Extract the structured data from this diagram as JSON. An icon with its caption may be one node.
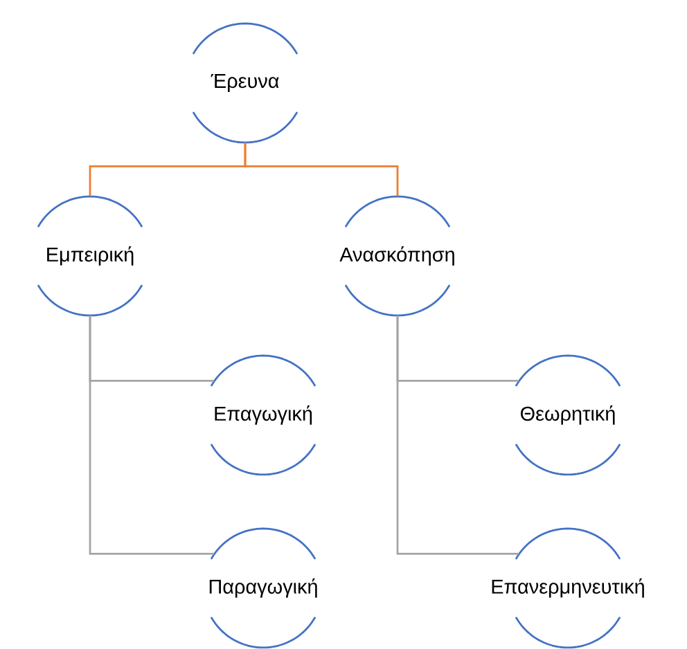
{
  "diagram": {
    "nodes": [
      {
        "text": [
          "Έρευνα"
        ]
      },
      {
        "text": [
          "Εμπειρική"
        ]
      },
      {
        "text": [
          "Ανασκόπηση"
        ]
      },
      {
        "text": [
          "Επαγωγική"
        ]
      },
      {
        "text": [
          "Θεωρητική"
        ]
      },
      {
        "text": [
          "Παραγωγική"
        ]
      },
      {
        "text": [
          "Επανερμηνευτική"
        ]
      }
    ],
    "edges": [
      {
        "from": 0,
        "to": 1,
        "arrow": "none",
        "color": "#ed7d31"
      },
      {
        "from": 0,
        "to": 2,
        "arrow": "none",
        "color": "#ed7d31"
      },
      {
        "from": 1,
        "to": 3,
        "arrow": "none"
      },
      {
        "from": 1,
        "to": 5,
        "arrow": "none"
      },
      {
        "from": 2,
        "to": 4,
        "arrow": "none"
      },
      {
        "from": 2,
        "to": 6,
        "arrow": "none"
      }
    ]
  }
}
